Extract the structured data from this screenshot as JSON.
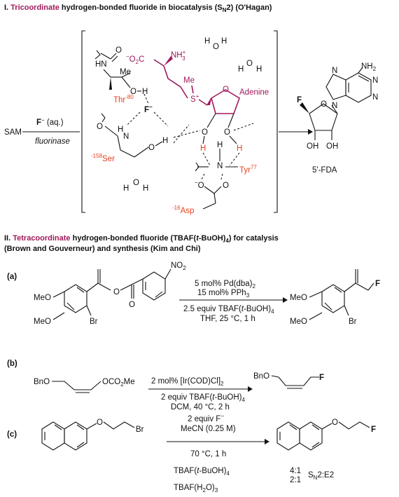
{
  "section1": {
    "title_prefix": "I. ",
    "title_highlight": "Tricoordinate",
    "title_rest": " hydrogen-bonded fluoride in biocatalysis (S",
    "title_sub": "N",
    "title_end": "2) (O'Hagan)",
    "reagent_F": "F",
    "reagent_F_sup": "−",
    "reagent_aq": " (aq.)",
    "enzyme": "fluorinase",
    "start": "SAM",
    "product_label": "5'-FDA",
    "residues": {
      "thr": "Thr",
      "thr_sup": "-80",
      "ser_pre": "-158",
      "ser": "Ser",
      "tyr": "Tyr",
      "tyr_sup": "77",
      "asp_pre": "-16",
      "asp": "Asp"
    },
    "atoms": {
      "F": "F",
      "F_sup": "−",
      "O": "O",
      "H": "H",
      "N": "N",
      "HN": "HN",
      "Me": "Me",
      "S": "S",
      "S_sup": "+",
      "adenine": "Adenine",
      "NH2": "NH",
      "NH2_sub": "2",
      "NH3": "NH",
      "NH3_sub": "3",
      "NH3_sup": "+",
      "O2C_pre": "−",
      "O2C": "O",
      "O2C_sub": "2",
      "O2C_C": "C",
      "OH": "OH",
      "O_minus": "−"
    }
  },
  "section2": {
    "title_prefix": "II. ",
    "title_highlight": "Tetracoordinate",
    "title_rest": " hydrogen-bonded fluoride (TBAF(",
    "title_it": "t",
    "title_rest2": "-BuOH)",
    "title_sub": "4",
    "title_rest3": ") for catalysis",
    "title_line2": "(Brown and Gouverneur) and synthesis (Kim and Chi)"
  },
  "reaction_a": {
    "label": "(a)",
    "cond1": "5 mol% Pd(dba)",
    "cond1_sub": "2",
    "cond2": "15 mol% PPh",
    "cond2_sub": "3",
    "cond3_pre": "2.5 equiv TBAF(",
    "cond3_it": "t",
    "cond3_post": "-BuOH)",
    "cond3_sub": "4",
    "cond4": "THF, 25 °C, 1 h",
    "MeO": "MeO",
    "Br": "Br",
    "NO2": "NO",
    "NO2_sub": "2",
    "F": "F"
  },
  "reaction_b": {
    "label": "(b)",
    "BnO": "BnO",
    "OCO2Me_pre": "OCO",
    "OCO2Me_sub": "2",
    "OCO2Me_post": "Me",
    "cond1": "2 mol% [Ir(COD)Cl]",
    "cond1_sub": "2",
    "cond2_pre": "2 equiv TBAF(",
    "cond2_it": "t",
    "cond2_post": "-BuOH)",
    "cond2_sub": "4",
    "cond3": "DCM, 40 °C, 2 h",
    "F": "F"
  },
  "reaction_c": {
    "label": "(c)",
    "Br": "Br",
    "O": "O",
    "F": "F",
    "cond1": "2 equiv F",
    "cond1_sup": "−",
    "cond2": "MeCN (0.25 M)",
    "cond3": "70 °C, 1 h",
    "reagent1_pre": "TBAF(",
    "reagent1_it": "t",
    "reagent1_post": "-BuOH)",
    "reagent1_sub": "4",
    "reagent2_pre": "TBAF(H",
    "reagent2_sub": "2",
    "reagent2_post": "O)",
    "reagent2_sub2": "3",
    "ratio1": "4:1",
    "ratio2": "2:1",
    "ratio_label_pre": "S",
    "ratio_label_sub": "N",
    "ratio_label_post": "2:E2"
  },
  "colors": {
    "highlight": "#a0195c",
    "residue": "#e8401e",
    "ink": "#111111"
  }
}
